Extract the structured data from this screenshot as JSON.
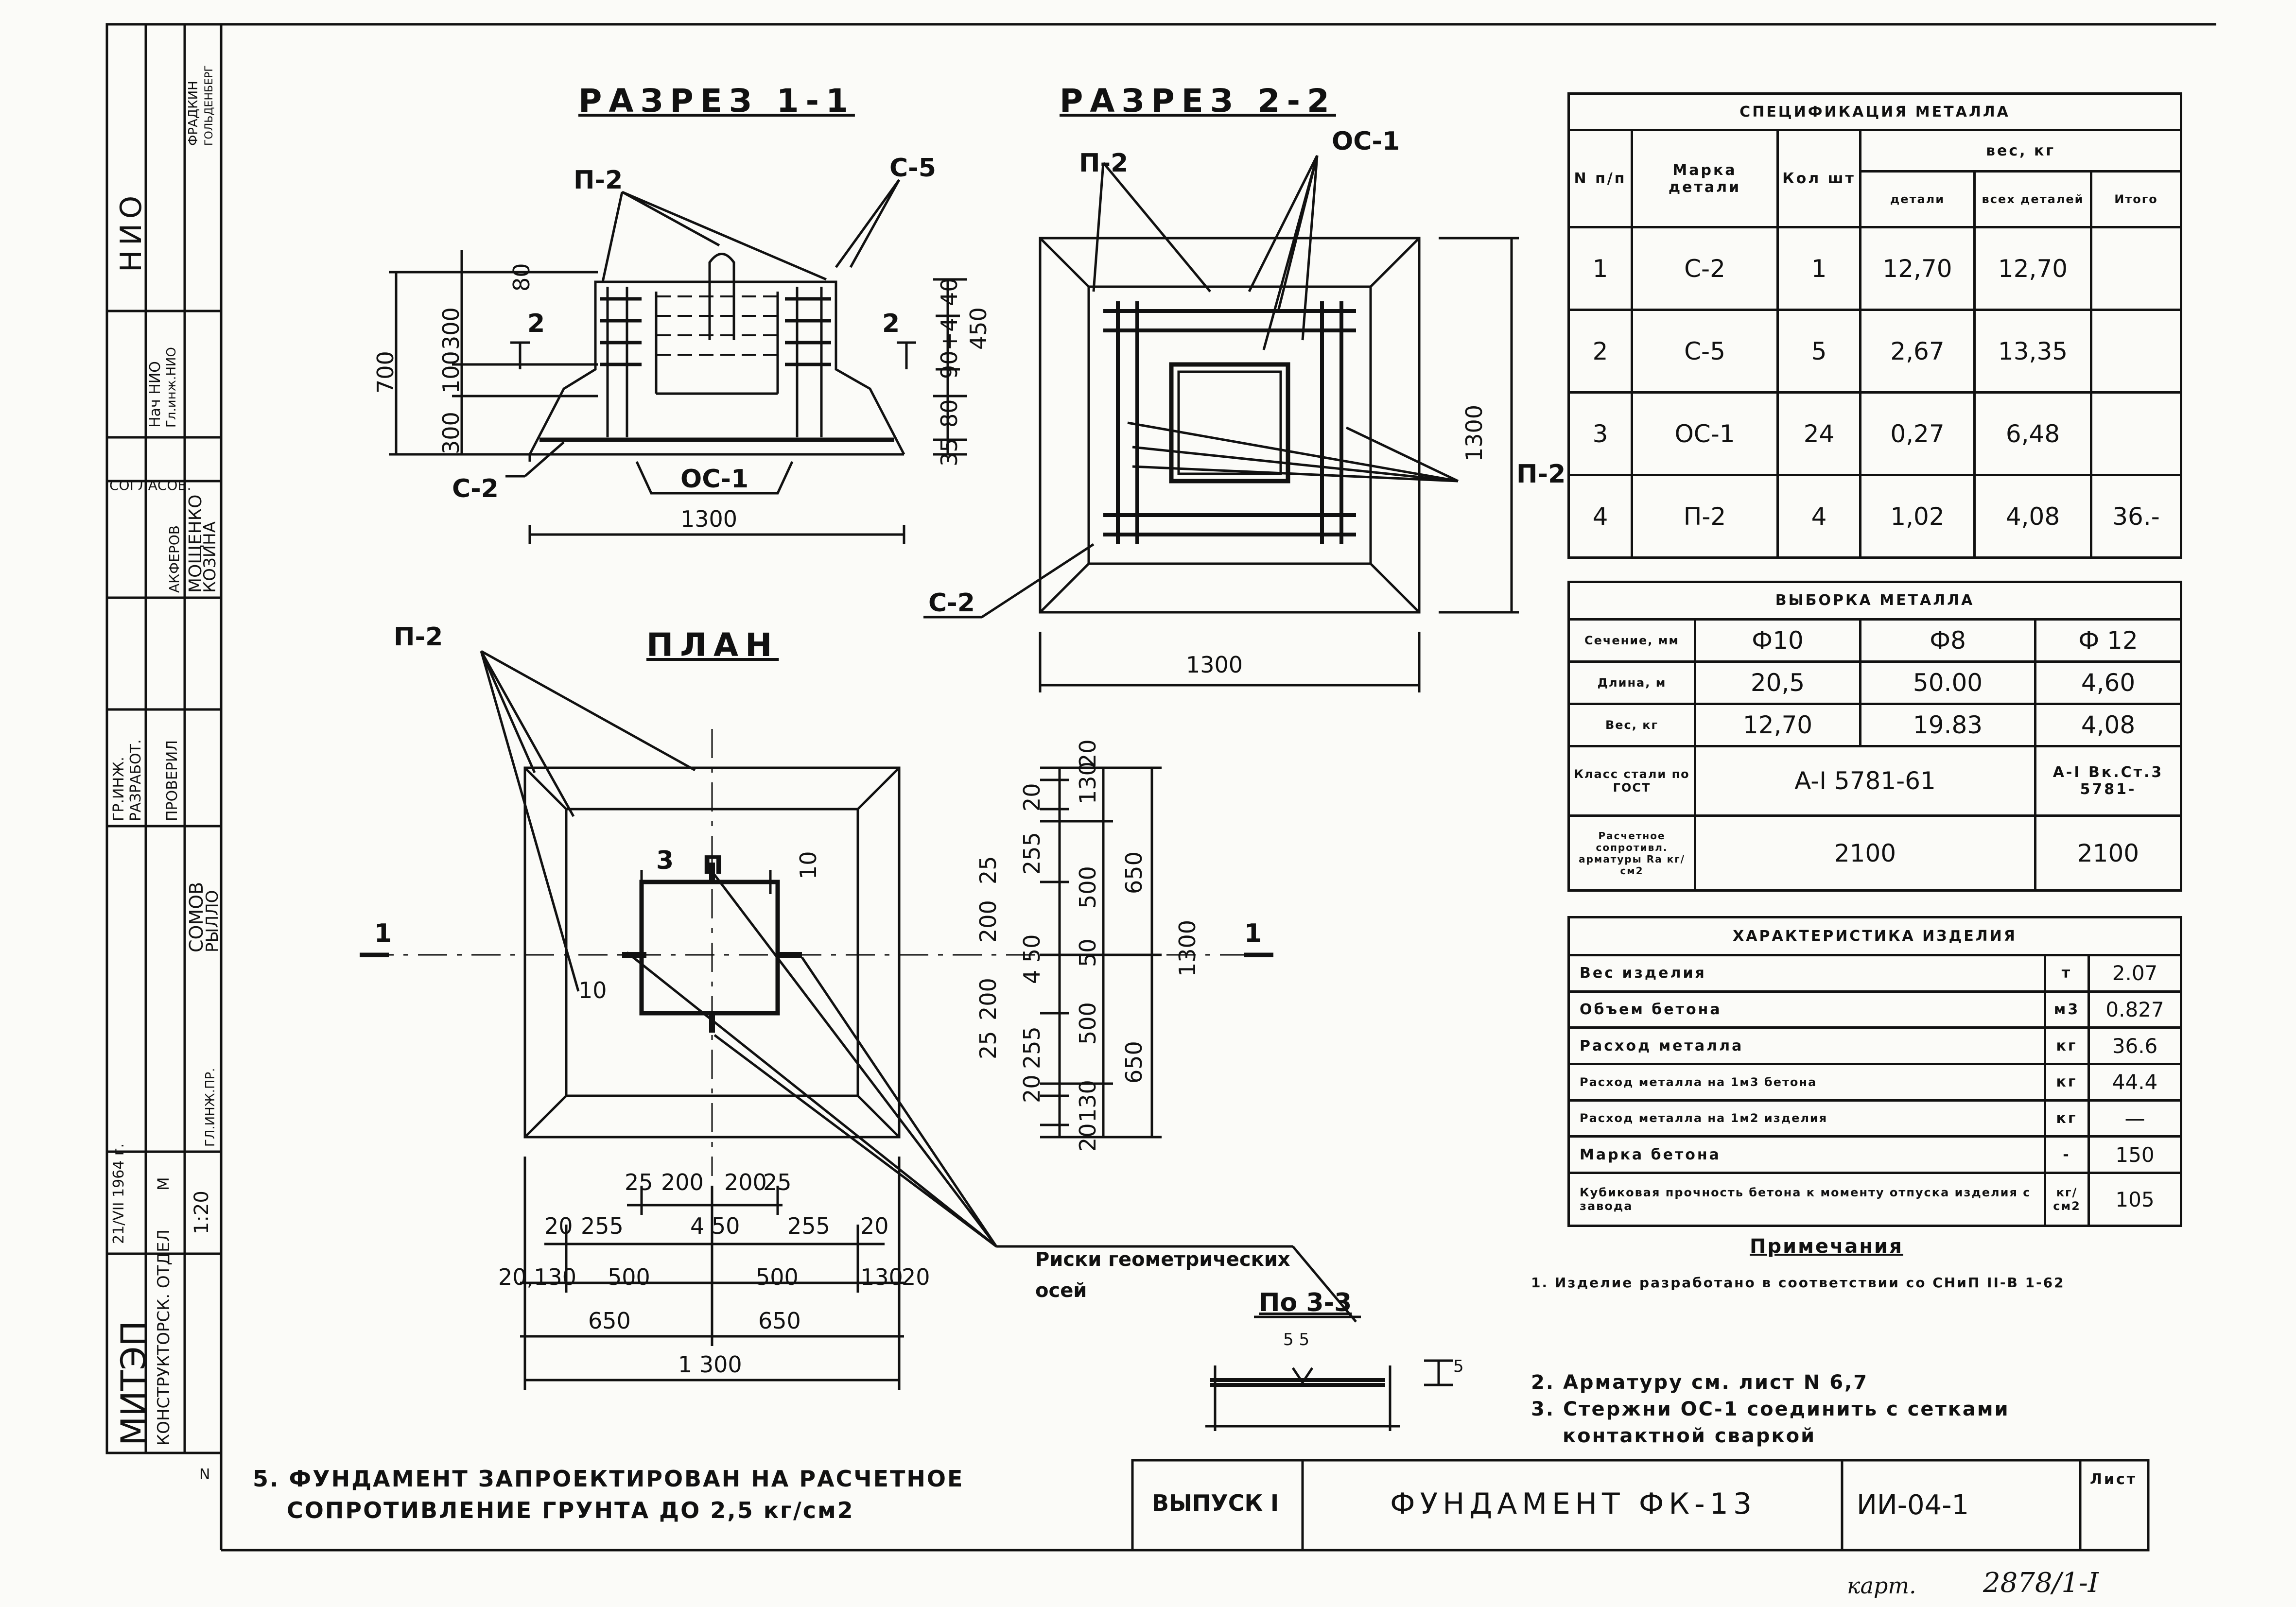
{
  "views": {
    "section_1_1": {
      "title": "РАЗРЕЗ 1-1",
      "labels": {
        "p2": "П-2",
        "c5": "С-5",
        "c2": "С-2",
        "oc1": "ОС-1",
        "cut_left": "2",
        "cut_right": "2"
      },
      "dims_left": {
        "total": "700",
        "top": "80",
        "upper": "300",
        "mid": "100",
        "lower": "300"
      },
      "dims_right": {
        "total": "450",
        "a": "40",
        "b": "90+4",
        "c": "80",
        "d": "35"
      },
      "width": "1300"
    },
    "section_2_2": {
      "title": "РАЗРЕЗ 2-2",
      "labels": {
        "p2_top": "П-2",
        "oc1": "ОС-1",
        "p2_right": "П-2",
        "c2": "С-2"
      },
      "height": "1300",
      "width": "1300"
    },
    "plan": {
      "title": "ПЛАН",
      "labels": {
        "p2": "П-2",
        "axis_left": "1",
        "axis_right": "1",
        "cut3": "3",
        "axis_mark": "П",
        "dim_side": "10",
        "dim_side2": "10"
      },
      "right_dims": {
        "inner": [
          "20",
          "130",
          "20",
          "255",
          "25",
          "200",
          "200",
          "25",
          "255",
          "20",
          "130",
          "20"
        ],
        "middle": [
          "500",
          "50",
          "500"
        ],
        "halves": [
          "650",
          "650"
        ],
        "total": "1300",
        "center": "4 50"
      },
      "bottom_dims": {
        "row1": [
          "25",
          "200",
          "200",
          "25"
        ],
        "row2": [
          "20",
          "255",
          "4 50",
          "255",
          "20"
        ],
        "row3": [
          "20,130",
          "500",
          "500",
          "130",
          "20"
        ],
        "row4": [
          "650",
          "650"
        ],
        "total": "1 300"
      }
    },
    "detail_3_3": {
      "title": "По 3-3",
      "caption": "Риски геометрических осей",
      "dim": "5 5",
      "dim2": "5"
    }
  },
  "spec_table": {
    "title": "СПЕЦИФИКАЦИЯ МЕТАЛЛА",
    "headers": {
      "num": "N п/п",
      "mark": "Марка детали",
      "qty": "Кол шт",
      "weight": "вес, кг",
      "per_item": "детали",
      "all_items": "всех деталей",
      "total": "Итого"
    },
    "rows": [
      {
        "n": "1",
        "mark": "С-2",
        "qty": "1",
        "w1": "12,70",
        "w2": "12,70",
        "total": ""
      },
      {
        "n": "2",
        "mark": "С-5",
        "qty": "5",
        "w1": "2,67",
        "w2": "13,35",
        "total": ""
      },
      {
        "n": "3",
        "mark": "ОС-1",
        "qty": "24",
        "w1": "0,27",
        "w2": "6,48",
        "total": ""
      },
      {
        "n": "4",
        "mark": "П-2",
        "qty": "4",
        "w1": "1,02",
        "w2": "4,08",
        "total": "36.-"
      }
    ]
  },
  "metal_table": {
    "title": "ВЫБОРКА МЕТАЛЛА",
    "rows": [
      {
        "label": "Сечение, мм",
        "a": "Ф10",
        "b": "Ф8",
        "c": "Ф 12"
      },
      {
        "label": "Длина, м",
        "a": "20,5",
        "b": "50.00",
        "c": "4,60"
      },
      {
        "label": "Вес, кг",
        "a": "12,70",
        "b": "19.83",
        "c": "4,08"
      },
      {
        "label": "Класс стали по ГОСТ",
        "ab": "A-I  5781-61",
        "c": "A-I Вк.Ст.3 5781-"
      },
      {
        "label": "Расчетное сопротивл. арматуры Ra кг/см2",
        "ab": "2100",
        "c": "2100"
      }
    ]
  },
  "product_table": {
    "title": "ХАРАКТЕРИСТИКА ИЗДЕЛИЯ",
    "rows": [
      {
        "label": "Вес изделия",
        "unit": "т",
        "value": "2.07"
      },
      {
        "label": "Объем бетона",
        "unit": "м3",
        "value": "0.827"
      },
      {
        "label": "Расход металла",
        "unit": "кг",
        "value": "36.6"
      },
      {
        "label": "Расход металла на 1м3 бетона",
        "unit": "кг",
        "value": "44.4"
      },
      {
        "label": "Расход металла на 1м2 изделия",
        "unit": "кг",
        "value": "—"
      },
      {
        "label": "Марка бетона",
        "unit": "-",
        "value": "150"
      },
      {
        "label": "Кубиковая прочность бетона к моменту отпуска изделия с завода",
        "unit": "кг/см2",
        "value": "105"
      }
    ]
  },
  "notes": {
    "title": "Примечания",
    "n1": "1. Изделие разработано в соответствии со СНиП II-В 1-62",
    "n2": "2. Арматуру см. лист N 6,7",
    "n3a": "3. Стержни ОС-1 соединить с сетками",
    "n3b": "контактной сваркой",
    "n5a": "5. ФУНДАМЕНТ ЗАПРОЕКТИРОВАН НА РАСЧЕТНОЕ",
    "n5b": "СОПРОТИВЛЕНИЕ ГРУНТА ДО 2,5 кг/см2"
  },
  "title_block": {
    "issue": "ВЫПУСК I",
    "name": "ФУНДАМЕНТ ФК-13",
    "code": "ИИ-04-1",
    "sheet": "Лист"
  },
  "side_stamp": {
    "org": "МИТЭП",
    "dept": "КОНСТРУКТОРСК. ОТДЕЛ",
    "date": "21/VII 1964 г.",
    "scale_label": "М",
    "scale": "1:20",
    "nio": "НИО",
    "f1": "ФРАДКИН",
    "f2": "ГОЛЬДЕНБЕРГ",
    "r1": "Нач НИО",
    "r2": "Гл.инж.НИО",
    "agreed": "СОГЛАСОВ.",
    "n1": "АКФЕРОВ",
    "n2": "МОЩЕНКО",
    "n3": "КОЗИНА",
    "r3": "ГР.ИНЖ.",
    "r4": "РАЗРАБОТ.",
    "r5": "ПРОВЕРИЛ",
    "n4": "СОМОВ",
    "n5": "РЫЛЛО",
    "r6": "ГЛ.ИНЖ.ПР.",
    "sheet_no": "N"
  },
  "footer": {
    "kart_label": "карт.",
    "kart_no": "2878/1-I"
  }
}
